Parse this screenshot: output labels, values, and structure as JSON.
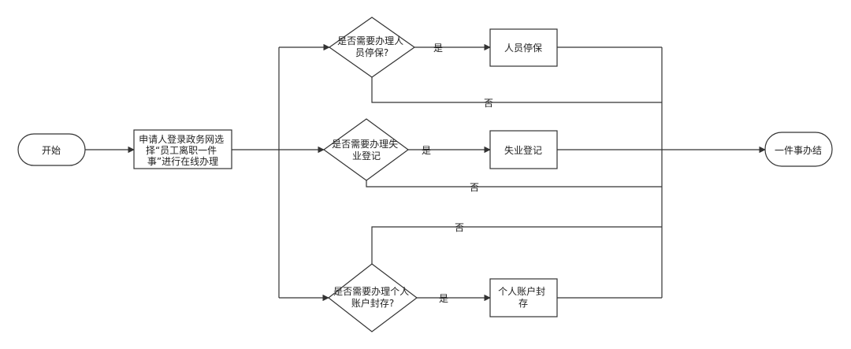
{
  "nodes": {
    "start": "开始",
    "apply": [
      "申请人登录政务网选",
      "择“员工离职一件",
      "事”进行在线办理"
    ],
    "q1": [
      "是否需要办理人",
      "员停保?"
    ],
    "q2": [
      "是否需要办理失",
      "业登记"
    ],
    "q3": [
      "是否需要办理个人",
      "账户封存?"
    ],
    "a1": "人员停保",
    "a2": "失业登记",
    "a3": [
      "个人账户封",
      "存"
    ],
    "end": "一件事办结"
  },
  "edges": {
    "yes1": "是",
    "yes2": "是",
    "yes3": "是",
    "no1": "否",
    "no2": "否",
    "no3": "否"
  },
  "colors": {
    "line": "#333333",
    "fill": "#ffffff"
  }
}
